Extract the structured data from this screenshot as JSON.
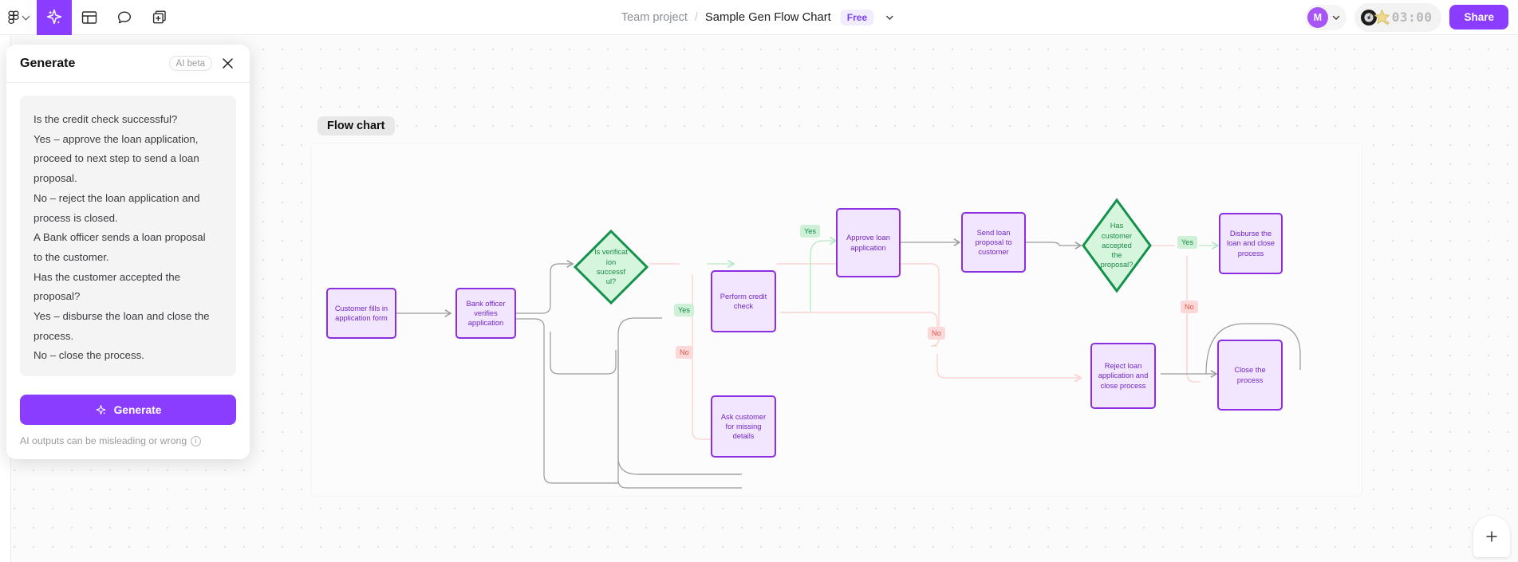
{
  "topbar": {
    "logo_icon": "figma-logo-icon",
    "logo_chevron_icon": "chevron-down-icon",
    "tools": [
      {
        "name": "ai-sparkle-tool",
        "icon": "sparkle-icon",
        "active": true
      },
      {
        "name": "layout-tool",
        "icon": "layout-panel-icon",
        "active": false
      },
      {
        "name": "comment-tool",
        "icon": "comment-bubble-icon",
        "active": false
      },
      {
        "name": "add-page-tool",
        "icon": "duplicate-plus-icon",
        "active": false
      }
    ],
    "breadcrumb_project": "Team project",
    "breadcrumb_separator": "/",
    "document_title": "Sample Gen Flow Chart",
    "plan_badge": "Free",
    "title_chevron_icon": "chevron-down-icon",
    "avatar_initial": "M",
    "avatar_chevron_icon": "chevron-down-icon",
    "record_icon": "vinyl-record-music-icon",
    "star_icon": "star-icon",
    "timer_value": "03:00",
    "share_label": "Share"
  },
  "panel": {
    "title": "Generate",
    "badge": "AI beta",
    "close_icon": "close-icon",
    "prompt_lines": [
      "Is the credit check successful?",
      "Yes – approve the loan application,",
      "proceed to next step to send a loan",
      "proposal.",
      "No – reject the loan application and",
      "process is closed.",
      "A Bank officer sends a loan proposal",
      "to the customer.",
      "Has the customer accepted the",
      "proposal?",
      "Yes – disburse the loan and close the",
      "process.",
      "No – close the process."
    ],
    "generate_label": "Generate",
    "generate_icon": "sparkle-icon",
    "disclaimer": "AI outputs can be misleading or wrong",
    "info_icon": "info-icon"
  },
  "canvas": {
    "frame_label": "Flow chart",
    "zoom_plus_label": "+",
    "zoom_plus_icon": "plus-icon"
  },
  "flowchart": {
    "colors": {
      "rect_fill": "#f2e6ff",
      "rect_border": "#8b2fe0",
      "rect_text": "#7127c4",
      "diamond_fill": "#d6f5dd",
      "diamond_border": "#12924b",
      "diamond_text": "#1a8a47",
      "edge_default": "#9a9a9a",
      "edge_yes": "#b6e8c5",
      "edge_no": "#fbcfcf",
      "label_yes_bg": "#cdf0d7",
      "label_no_bg": "#fcd9d9"
    },
    "nodes": [
      {
        "id": "n1",
        "type": "rect",
        "label": "Customer fills in application form"
      },
      {
        "id": "n2",
        "type": "rect",
        "label": "Bank officer verifies application"
      },
      {
        "id": "n3",
        "type": "diamond",
        "label": "Is verificat ion successf ul?"
      },
      {
        "id": "n4",
        "type": "rect",
        "label": "Perform credit check"
      },
      {
        "id": "n5",
        "type": "rect",
        "label": "Ask customer for missing details"
      },
      {
        "id": "n6",
        "type": "rect",
        "label": "Approve loan application"
      },
      {
        "id": "n7",
        "type": "rect",
        "label": "Send loan proposal to customer"
      },
      {
        "id": "n8",
        "type": "diamond",
        "label": "Has customer accepted the proposal?"
      },
      {
        "id": "n9",
        "type": "rect",
        "label": "Disburse the loan and close process"
      },
      {
        "id": "n10",
        "type": "rect",
        "label": "Reject loan application and close process"
      },
      {
        "id": "n11",
        "type": "rect",
        "label": "Close the process"
      }
    ],
    "edge_labels": [
      {
        "id": "e1",
        "text": "Yes"
      },
      {
        "id": "e2",
        "text": "No"
      },
      {
        "id": "e3",
        "text": "Yes"
      },
      {
        "id": "e4",
        "text": "No"
      },
      {
        "id": "e5",
        "text": "Yes"
      },
      {
        "id": "e6",
        "text": "No"
      }
    ]
  }
}
